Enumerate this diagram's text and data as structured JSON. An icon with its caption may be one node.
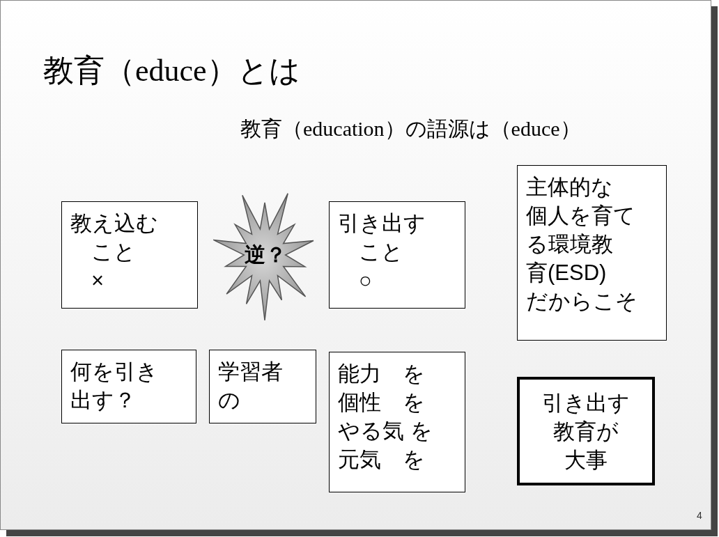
{
  "diagram": {
    "title": "教育（educe）とは",
    "nodes": [
      {
        "text": [
          "教え込む",
          "こと",
          "×"
        ]
      },
      {
        "text": [
          "逆？"
        ]
      },
      {
        "text": [
          "引き出す",
          "こと",
          "○"
        ]
      },
      {
        "text": [
          "主体的な個人を育てる環境教育(ESD)だからこそ"
        ]
      },
      {
        "text": [
          "何を引き出す？"
        ]
      },
      {
        "text": [
          "学習者の"
        ]
      },
      {
        "text": [
          "能力　を",
          "個性　を",
          "やる気 を",
          "元気　を"
        ]
      },
      {
        "text": [
          "引き出す教育が大事"
        ]
      }
    ],
    "labels": [
      "教育（education）の語源は（educe）",
      "4"
    ]
  }
}
